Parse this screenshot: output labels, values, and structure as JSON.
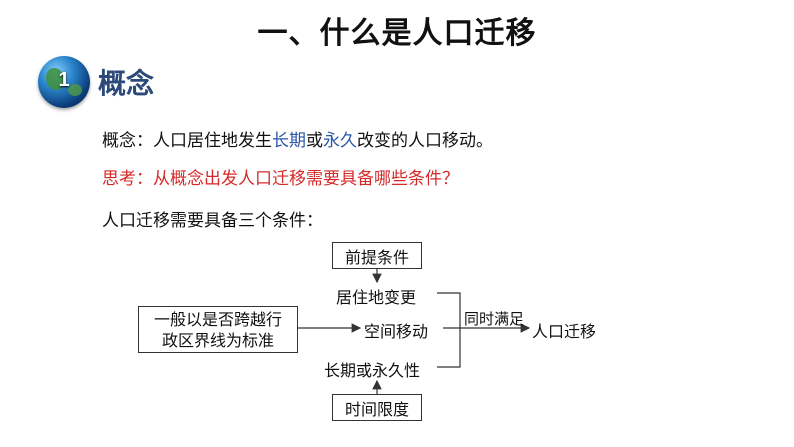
{
  "header": {
    "title": "一、什么是人口迁移"
  },
  "section": {
    "number": "1",
    "title": "概念",
    "icon": "globe-icon"
  },
  "definition": {
    "prefix": "概念：人口居住地发生",
    "highlight1": "长期",
    "mid": "或",
    "highlight2": "永久",
    "suffix": "改变的人口移动。"
  },
  "question": "思考：从概念出发人口迁移需要具备哪些条件？",
  "conditions_intro": "人口迁移需要具备三个条件：",
  "diagram": {
    "top_box": "前提条件",
    "condition_1": "居住地变更",
    "left_box_line1": "一般以是否跨越行",
    "left_box_line2": "政区界线为标准",
    "condition_2": "空间移动",
    "condition_3": "长期或永久性",
    "bottom_box": "时间限度",
    "bracket_label": "同时满足",
    "result": "人口迁移"
  },
  "colors": {
    "blue": "#2a56a8",
    "red": "#d52a2a",
    "section_title": "#2b4a7a"
  }
}
